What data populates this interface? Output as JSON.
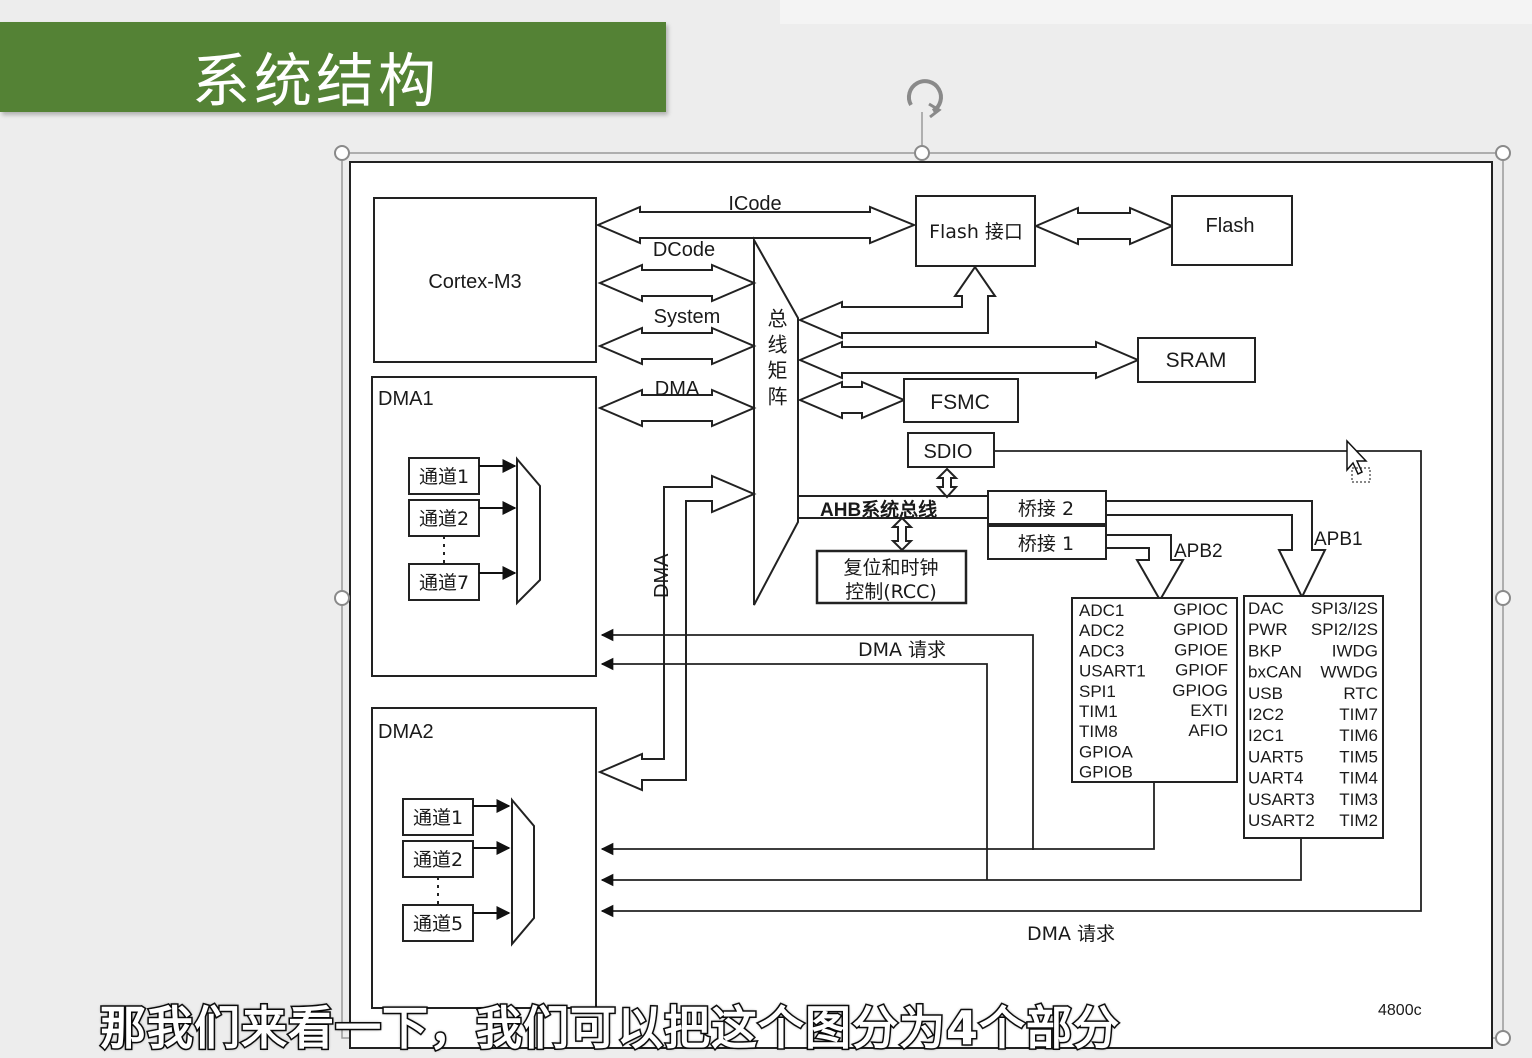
{
  "slide": {
    "title": "系统结构"
  },
  "diagram": {
    "cpu": "Cortex-M3",
    "bus_labels": {
      "icode": "ICode",
      "dcode": "DCode",
      "system": "System",
      "dma": "DMA",
      "dma_vertical": "DMA",
      "ahb": "AHB系统总线",
      "apb1": "APB1",
      "apb2": "APB2"
    },
    "bus_matrix": "总线矩阵",
    "flash_interface": "Flash 接口",
    "flash": "Flash",
    "sram": "SRAM",
    "fsmc": "FSMC",
    "sdio": "SDIO",
    "bridge2": "桥接 2",
    "bridge1": "桥接 1",
    "rcc_line1": "复位和时钟",
    "rcc_line2": "控制(RCC)",
    "dma1": {
      "title": "DMA1",
      "channels": [
        "通道1",
        "通道2",
        "通道7"
      ]
    },
    "dma2": {
      "title": "DMA2",
      "channels": [
        "通道1",
        "通道2",
        "通道5"
      ]
    },
    "dma_request_1": "DMA 请求",
    "dma_request_2": "DMA 请求",
    "apb2_periph_left": [
      "ADC1",
      "ADC2",
      "ADC3",
      "USART1",
      "SPI1",
      "TIM1",
      "TIM8",
      "GPIOA",
      "GPIOB"
    ],
    "apb2_periph_right": [
      "GPIOC",
      "GPIOD",
      "GPIOE",
      "GPIOF",
      "GPIOG",
      "EXTI",
      "AFIO"
    ],
    "apb1_periph_left": [
      "DAC",
      "PWR",
      "BKP",
      "bxCAN",
      "USB",
      "I2C2",
      "I2C1",
      "UART5",
      "UART4",
      "USART3",
      "USART2"
    ],
    "apb1_periph_right": [
      "SPI3/I2S",
      "SPI2/I2S",
      "IWDG",
      "WWDG",
      "RTC",
      "TIM7",
      "TIM6",
      "TIM5",
      "TIM4",
      "TIM3",
      "TIM2"
    ],
    "figure_id": "4800c"
  },
  "subtitle": "那我们来看一下，我们可以把这个图分为4个部分"
}
